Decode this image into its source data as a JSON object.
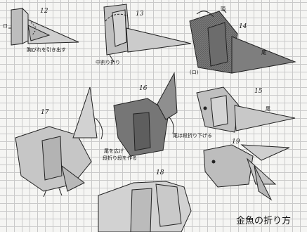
{
  "steps": [
    {
      "number": "12",
      "caption": "胸びれを引き出す"
    },
    {
      "number": "13",
      "caption": "中割り折り"
    },
    {
      "number": "14",
      "caption": "尾",
      "extra": "頭"
    },
    {
      "number": "15",
      "caption": "尾"
    },
    {
      "number": "16",
      "caption": "尾は段折り下げる"
    },
    {
      "number": "17",
      "caption": "尾を広げ",
      "caption2": "段折り段を作る"
    },
    {
      "number": "18",
      "caption": ""
    },
    {
      "number": "19",
      "caption": ""
    }
  ],
  "page_title": "金魚の折り方",
  "side_mark": "ロ",
  "small_mark": "(ロ)",
  "colors": {
    "paper": "#f5f5f3",
    "grid": "#c9c9c9",
    "fold": "#b9b9b9",
    "fold_dark": "#7e7e7e",
    "ink": "#161616"
  }
}
